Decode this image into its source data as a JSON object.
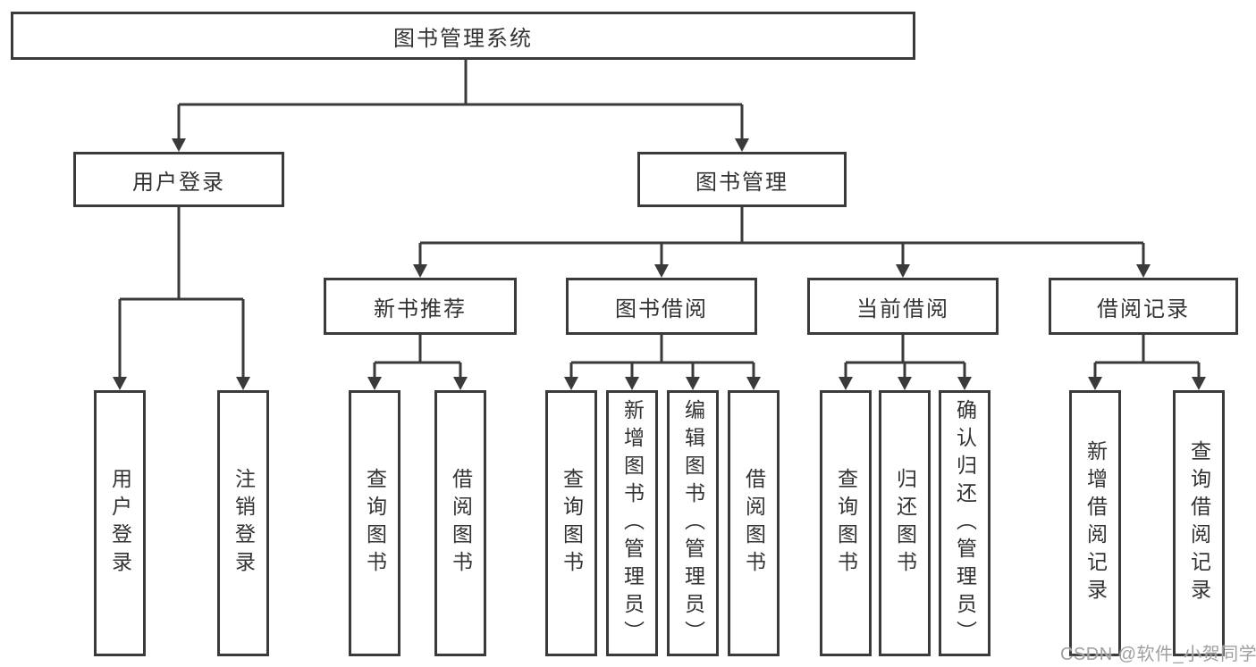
{
  "diagram": {
    "title": "图书管理系统",
    "level2": {
      "user_login": "用户登录",
      "book_management": "图书管理"
    },
    "modules": [
      "新书推荐",
      "图书借阅",
      "当前借阅",
      "借阅记录"
    ],
    "leaves": {
      "user_login": [
        "用户登录",
        "注销登录"
      ],
      "new_book_recommend": [
        "查询图书",
        "借阅图书"
      ],
      "book_borrow": [
        "查询图书",
        "新增图书（管理员）",
        "编辑图书（管理员）",
        "借阅图书"
      ],
      "current_borrow": [
        "查询图书",
        "归还图书",
        "确认归还（管理员）"
      ],
      "borrow_record": [
        "新增借阅记录",
        "查询借阅记录"
      ]
    }
  },
  "watermark": "CSDN @软件_小贺同学",
  "colors": {
    "line": "#3a3a3a",
    "text": "#333333",
    "box_fill": "#ffffff",
    "watermark": "#a0a0a0"
  }
}
